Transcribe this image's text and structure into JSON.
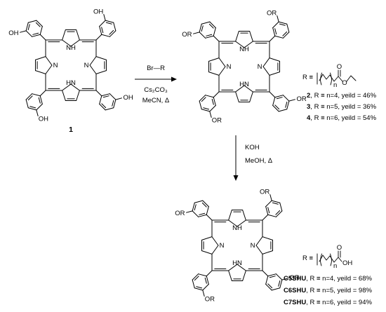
{
  "compound_1": {
    "label": "1",
    "substituent": "OH"
  },
  "compound_2to4": {
    "substituent": "OR",
    "nh": "NH",
    "n": "N",
    "hn": "HN"
  },
  "compound_c": {
    "substituent": "OR",
    "nh": "NH",
    "n": "N",
    "hn": "HN"
  },
  "reaction1": {
    "reagent": "Br—R",
    "base": "Cs₂CO₃",
    "conditions": "MeCN, Δ"
  },
  "reaction2": {
    "reagent": "KOH",
    "conditions": "MeOH, Δ"
  },
  "ester_def": {
    "r_equals": "R ≡",
    "n_label": "n",
    "o_top": "O",
    "o_chain": "O"
  },
  "acid_def": {
    "r_equals": "R ≡",
    "n_label": "n",
    "o_top": "O",
    "oh_label": "OH"
  },
  "ester_results": [
    {
      "name": "2",
      "text": ", R ≡ n=4, yeild = 46%"
    },
    {
      "name": "3",
      "text": ", R ≡ n=5, yeild = 36%"
    },
    {
      "name": "4",
      "text": ", R ≡ n=6, yeild = 54%"
    }
  ],
  "acid_results": [
    {
      "name": "C5SHU",
      "text": ", R ≡ n=4, yeild = 68%"
    },
    {
      "name": "C6SHU",
      "text": ", R ≡ n=5, yeild = 98%"
    },
    {
      "name": "C7SHU",
      "text": ", R ≡ n=6, yeild = 94%"
    }
  ]
}
